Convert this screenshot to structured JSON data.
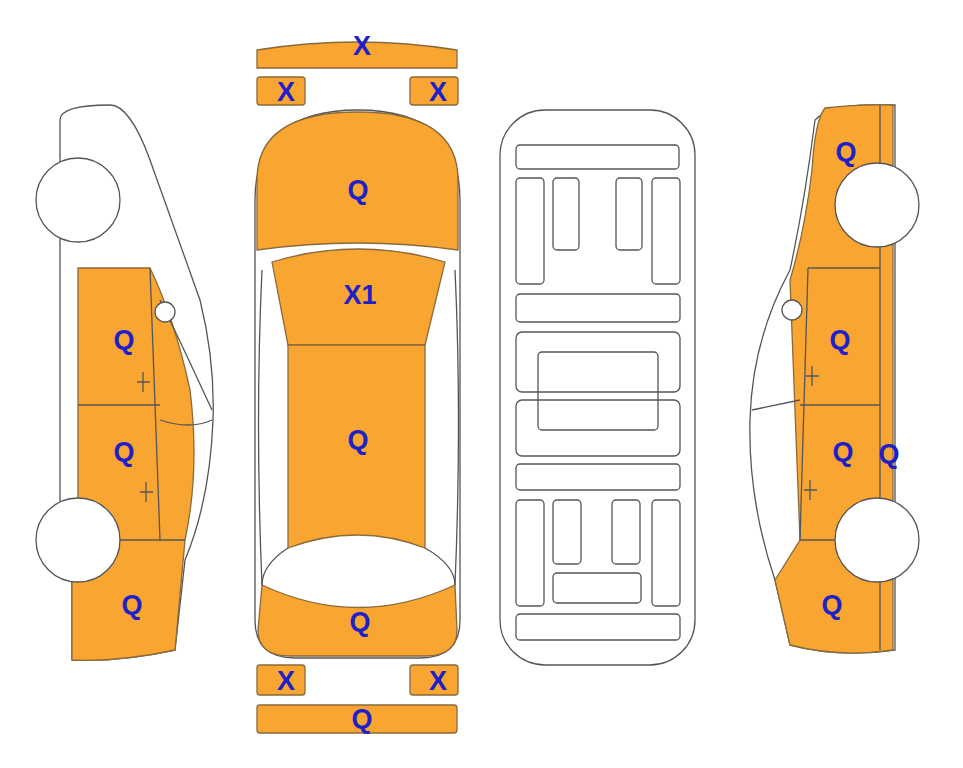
{
  "diagram": {
    "labels": [
      "X",
      "X",
      "X",
      "Q",
      "X1",
      "Q",
      "Q",
      "X",
      "X",
      "Q",
      "Q",
      "Q",
      "Q",
      "Q",
      "Q",
      "Q",
      "Q",
      "Q"
    ]
  }
}
